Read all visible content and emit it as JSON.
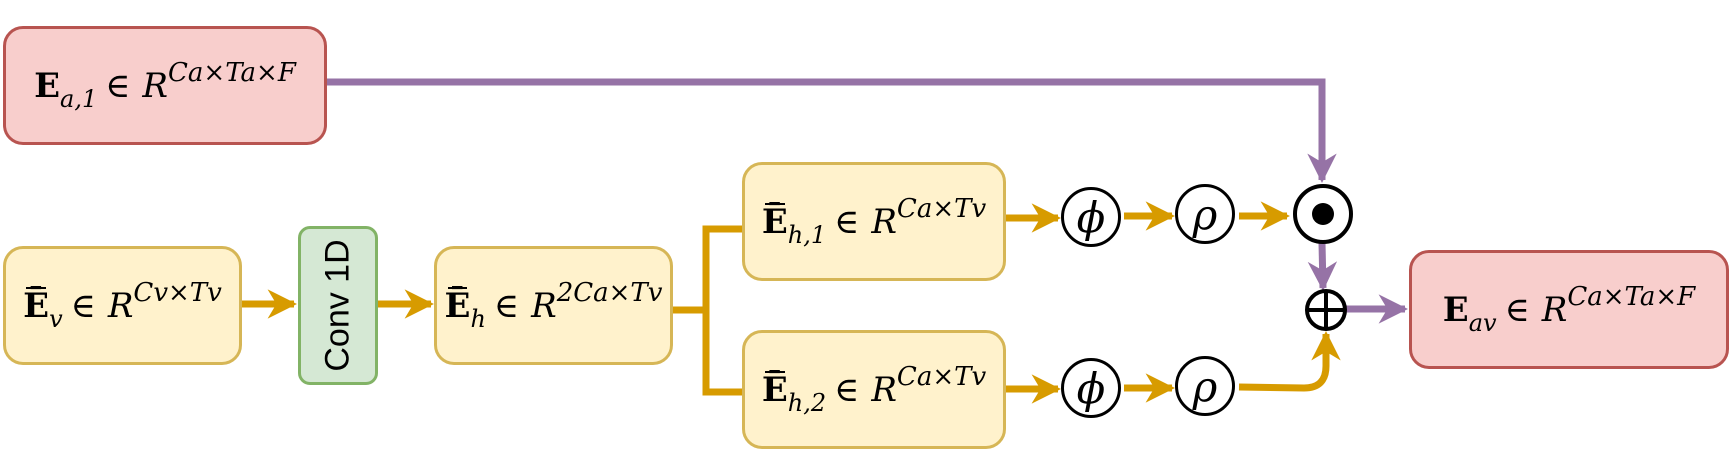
{
  "colors": {
    "purple": "#9673a6",
    "orange": "#d79b00",
    "red_fill": "#f8cecc",
    "red_border": "#b85450",
    "yellow_fill": "#fff2cc",
    "yellow_border": "#d6b656",
    "green_fill": "#d5e8d4",
    "green_border": "#82b366"
  },
  "nodes": {
    "ea1": {
      "sym": "E",
      "sub": "a,1",
      "in": "∈",
      "R": "R",
      "sup": "Ca×Ta×F"
    },
    "ev": {
      "sym": "Ē",
      "sub": "v",
      "in": "∈",
      "R": "R",
      "sup": "Cv×Tv"
    },
    "conv": {
      "label": "Conv 1D"
    },
    "eh": {
      "sym": "Ē",
      "sub": "h",
      "in": "∈",
      "R": "R",
      "sup": "2Ca×Tv"
    },
    "eh1": {
      "sym": "Ē",
      "sub": "h,1",
      "in": "∈",
      "R": "R",
      "sup": "Ca×Tv"
    },
    "eh2": {
      "sym": "Ē",
      "sub": "h,2",
      "in": "∈",
      "R": "R",
      "sup": "Ca×Tv"
    },
    "eav": {
      "sym": "E",
      "sub": "av",
      "in": "∈",
      "R": "R",
      "sup": "Ca×Ta×F"
    }
  },
  "operators": {
    "phi": "ϕ",
    "rho": "ρ",
    "hadamard": "⊙",
    "add": "⊕"
  }
}
